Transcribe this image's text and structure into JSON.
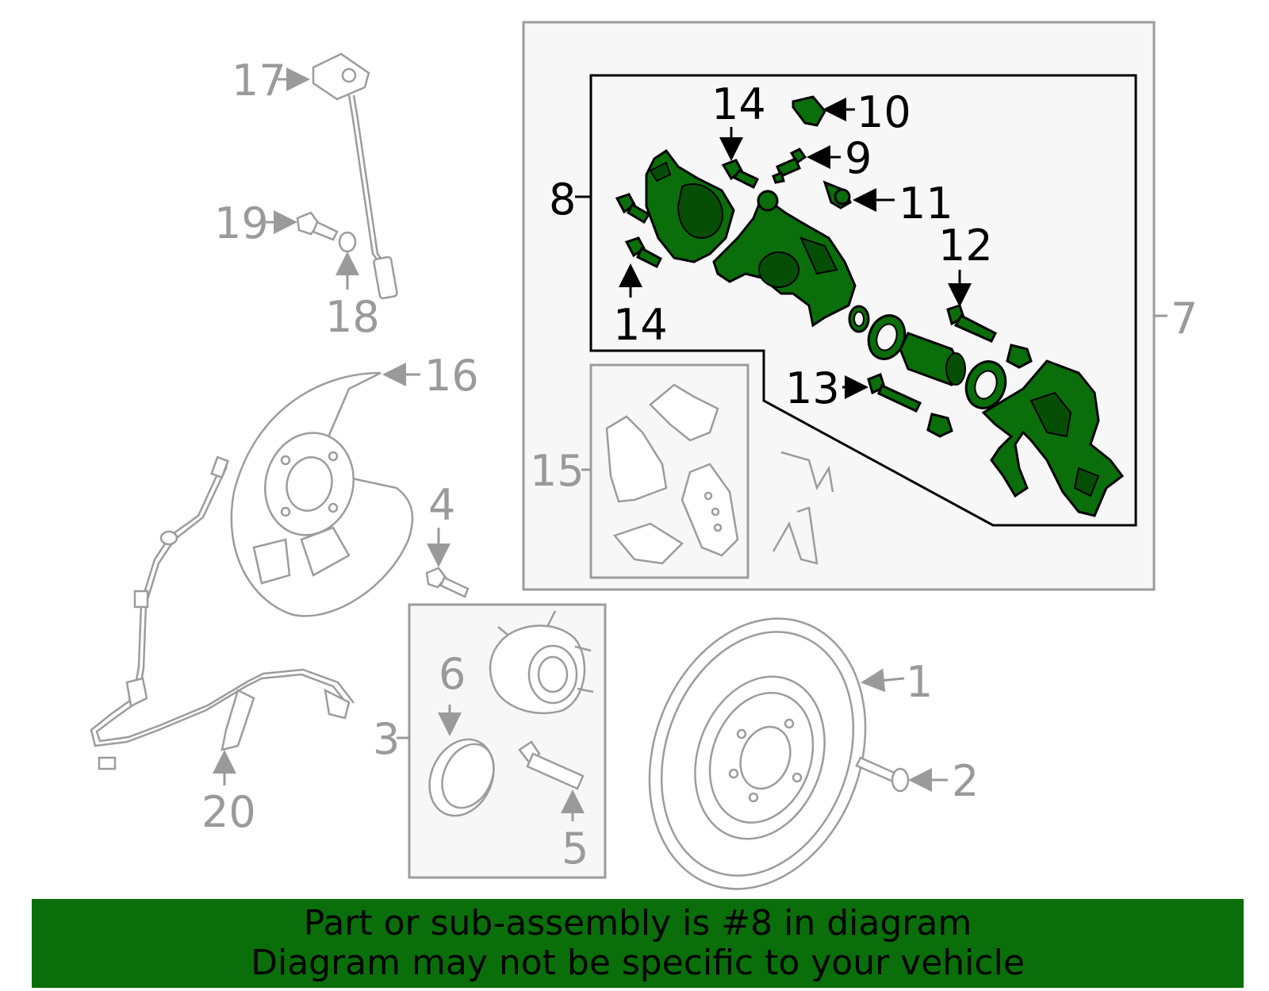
{
  "colors": {
    "highlight_part": "#0a6e0a",
    "banner_background": "#0a6e0a",
    "grey_line": "#9c9c9c",
    "box_fill": "#f7f7f7"
  },
  "callouts": {
    "c1": "1",
    "c2": "2",
    "c3": "3",
    "c4": "4",
    "c5": "5",
    "c6": "6",
    "c7": "7",
    "c8": "8",
    "c9": "9",
    "c10": "10",
    "c11": "11",
    "c12": "12",
    "c13": "13",
    "c14a": "14",
    "c14b": "14",
    "c15": "15",
    "c16": "16",
    "c17": "17",
    "c18": "18",
    "c19": "19",
    "c20": "20"
  },
  "banner": {
    "line1": "Part or sub-assembly is #8 in diagram",
    "line2": "Diagram may not be specific to your vehicle"
  }
}
